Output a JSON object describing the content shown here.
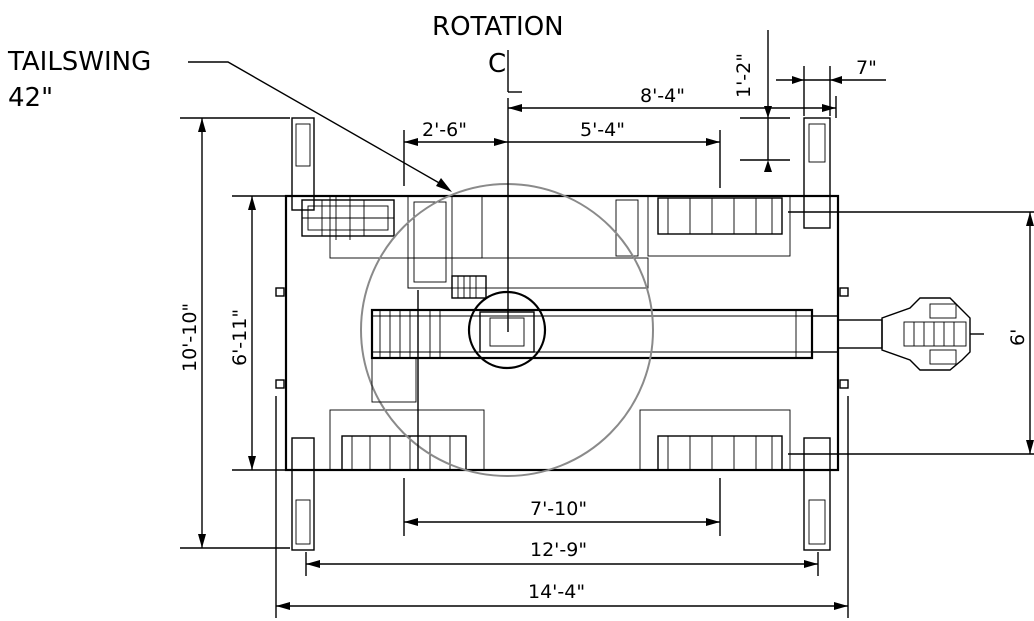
{
  "diagram": {
    "rotation_label": "ROTATION",
    "centerline_symbol": "C",
    "tailswing_label": "TAILSWING",
    "tailswing_value": "42\"",
    "dimensions": {
      "rotation_to_outrigger": "8'-4\"",
      "pad_offset": "1'-2\"",
      "pad_width": "7\"",
      "rotation_to_counterweight_edge": "2'-6\"",
      "rotation_to_front": "5'-4\"",
      "outrigger_spread_length": "10'-10\"",
      "body_width": "6'-11\"",
      "front_width": "6'",
      "tire_spacing": "7'-10\"",
      "outrigger_span": "12'-9\"",
      "overall_length": "14'-4\""
    }
  }
}
